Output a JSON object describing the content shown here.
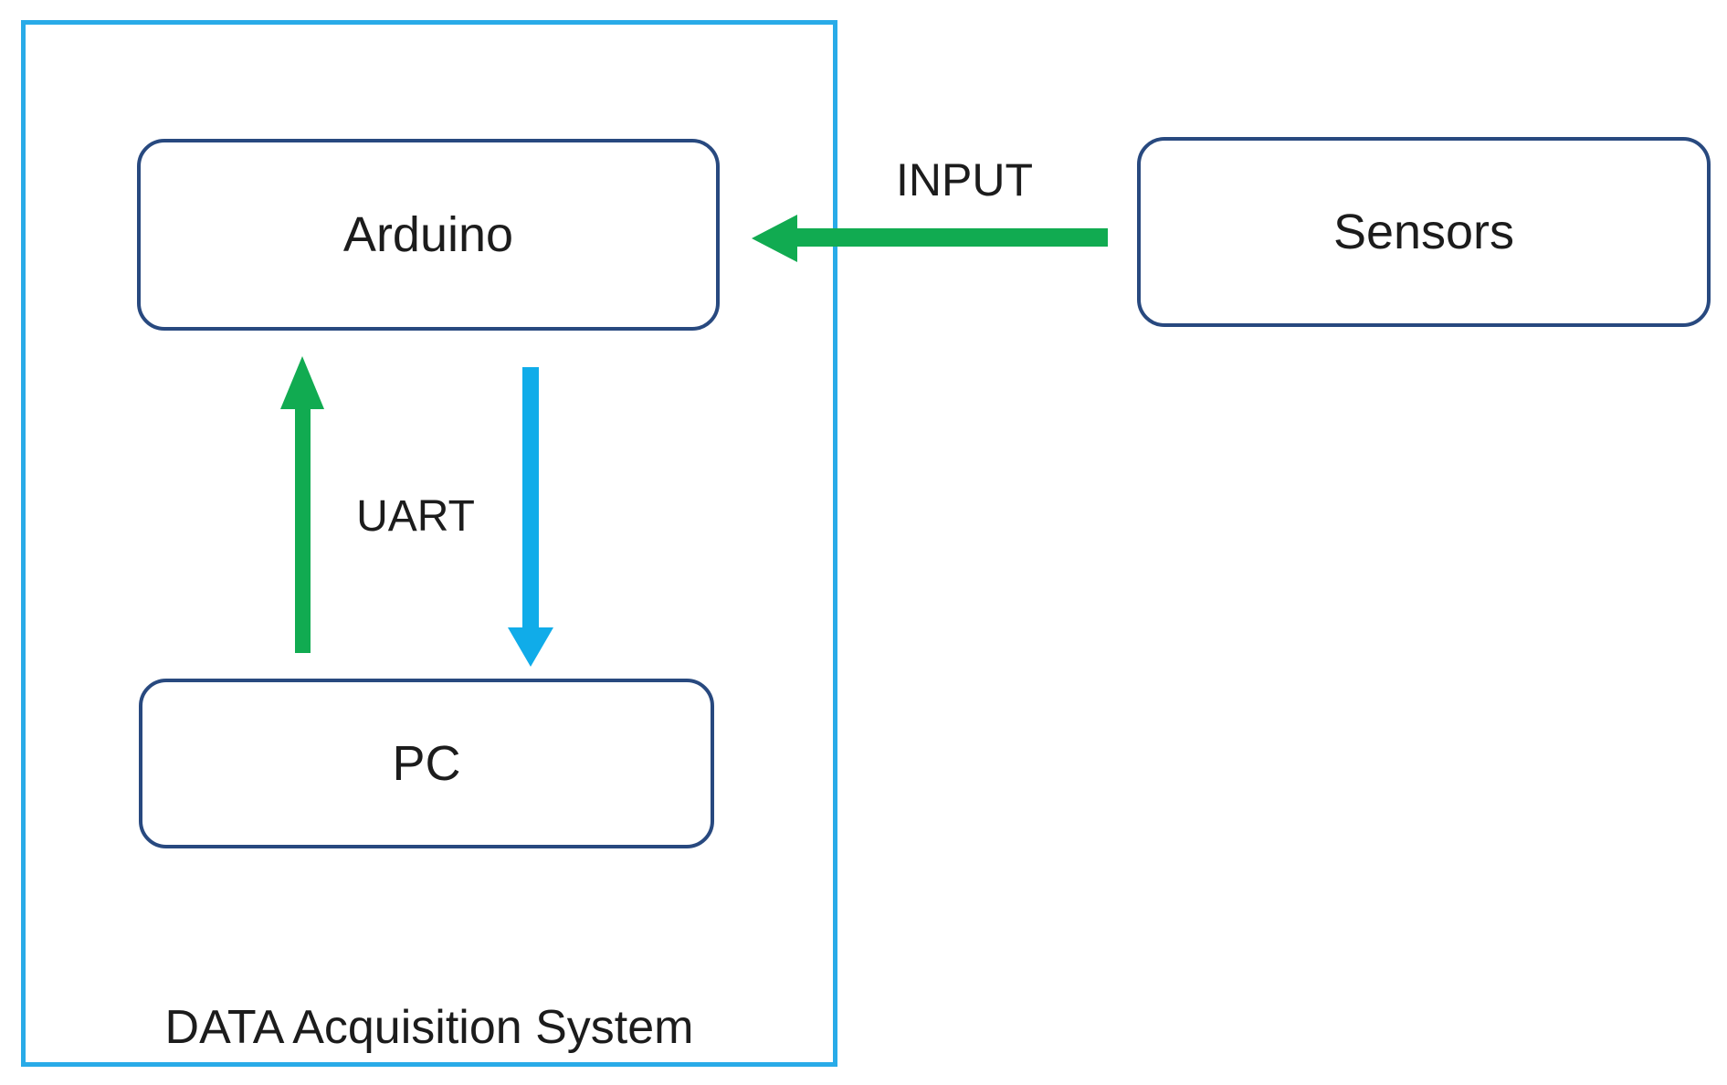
{
  "group": {
    "label": "DATA Acquisition System"
  },
  "nodes": {
    "arduino": {
      "label": "Arduino"
    },
    "pc": {
      "label": "PC"
    },
    "sensors": {
      "label": "Sensors"
    }
  },
  "edges": {
    "input": {
      "label": "INPUT",
      "from": "Sensors",
      "to": "Arduino",
      "direction": "left",
      "color": "#11AB51"
    },
    "uart": {
      "label": "UART",
      "up": {
        "from": "PC",
        "to": "Arduino",
        "direction": "up",
        "color": "#11AB51"
      },
      "down": {
        "from": "Arduino",
        "to": "PC",
        "direction": "down",
        "color": "#10ACE9"
      }
    }
  },
  "colors": {
    "outline": "#29ABE8",
    "node_border": "#28497F",
    "arrow_green": "#11AB51",
    "arrow_blue": "#10ACE9",
    "text": "#1C1C1C",
    "background": "#FFFFFF"
  }
}
